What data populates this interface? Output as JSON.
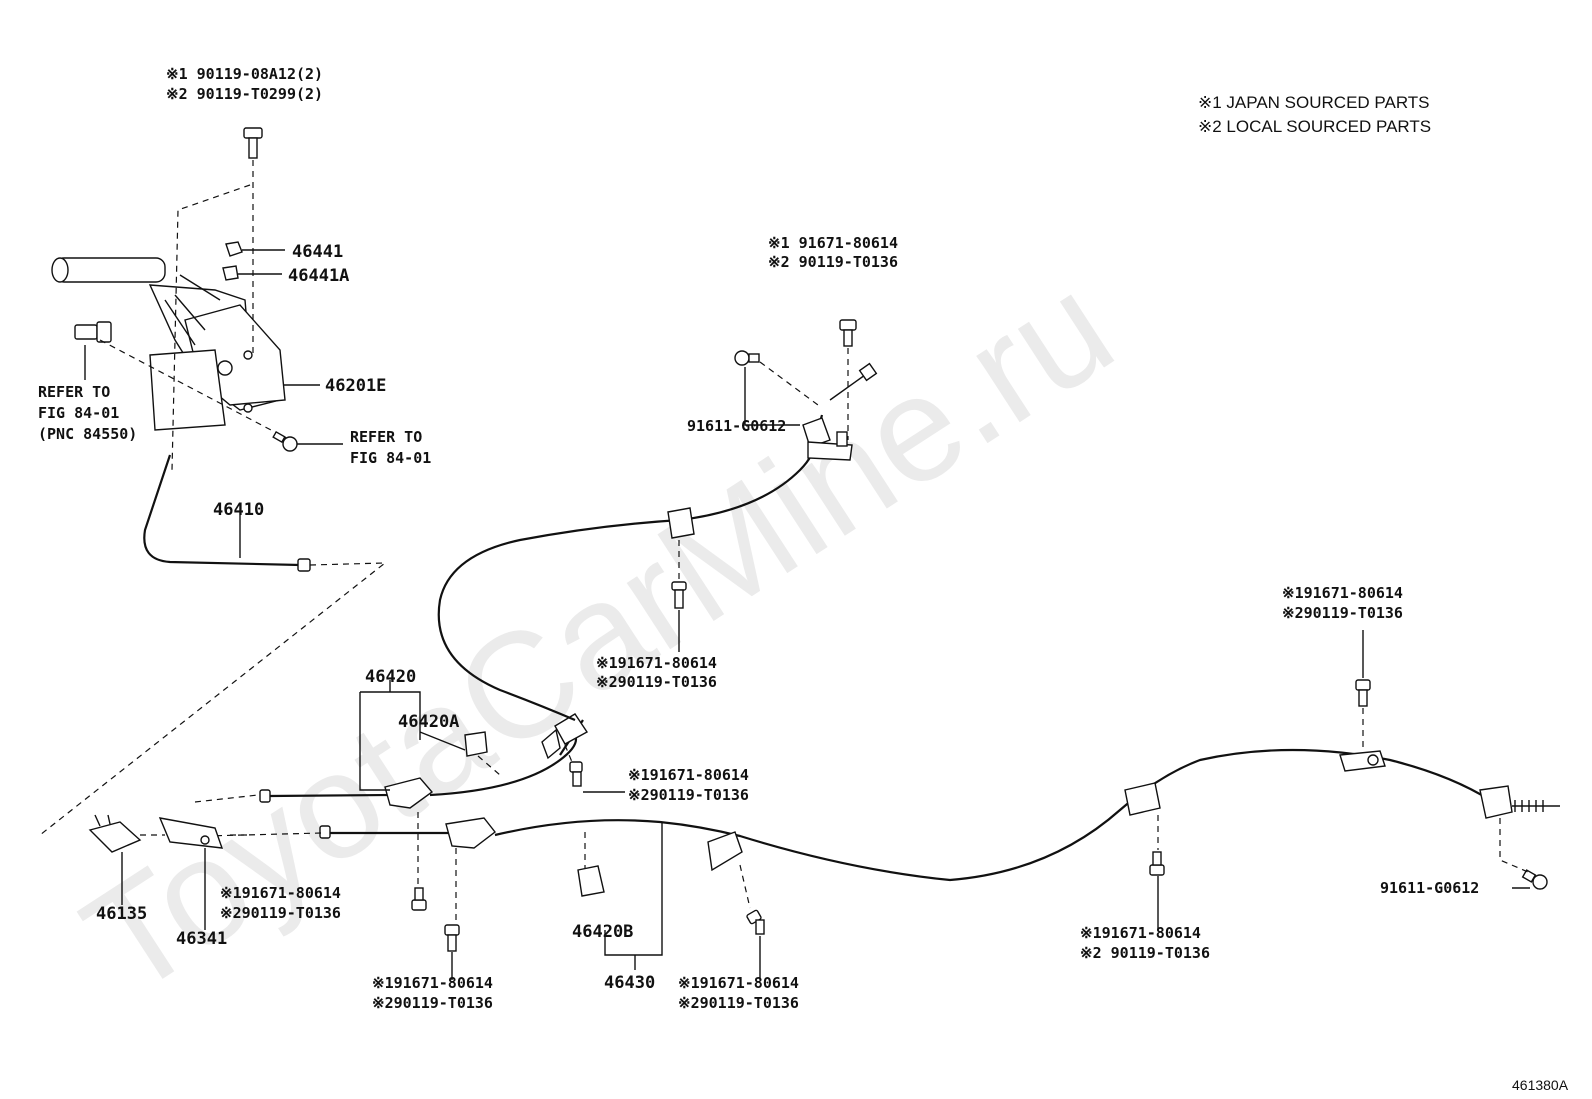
{
  "watermark": "ToyotaCarMine.ru",
  "legend": {
    "line1": "※1 JAPAN SOURCED PARTS",
    "line2": "※2 LOCAL SOURCED PARTS"
  },
  "figure_id": "461380A",
  "parts": {
    "p46441": "46441",
    "p46441A": "46441A",
    "p46201E": "46201E",
    "p46410": "46410",
    "p46420": "46420",
    "p46420A": "46420A",
    "p46420B": "46420B",
    "p46430": "46430",
    "p46135": "46135",
    "p46341": "46341",
    "p91611_a": "91611-G0612",
    "p91611_b": "91611-G0612"
  },
  "refs": {
    "left_1": "REFER TO",
    "left_2": "FIG 84-01",
    "left_3": "(PNC 84550)",
    "right_1": "REFER TO",
    "right_2": "FIG 84-01"
  },
  "fasteners": {
    "top_1": "※1 90119-08A12(2)",
    "top_2": "※2 90119-T0299(2)",
    "upper_1": "※1 91671-80614",
    "upper_2": "※2 90119-T0136",
    "mid_1": "※191671-80614",
    "mid_2": "※290119-T0136",
    "right_1": "※191671-80614",
    "right_2": "※290119-T0136",
    "center_1": "※191671-80614",
    "center_2": "※290119-T0136",
    "lowleft_1": "※191671-80614",
    "lowleft_2": "※290119-T0136",
    "bottom_a1": "※191671-80614",
    "bottom_a2": "※290119-T0136",
    "bottom_b1": "※191671-80614",
    "bottom_b2": "※290119-T0136",
    "bottom_r1": "※191671-80614",
    "bottom_r2": "※2 90119-T0136"
  }
}
